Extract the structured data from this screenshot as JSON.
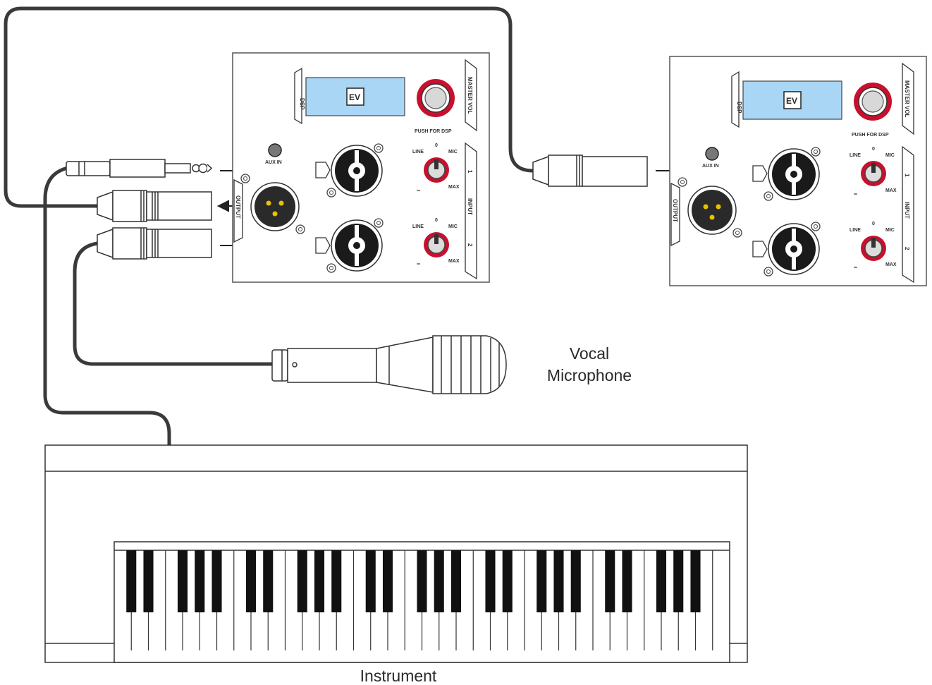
{
  "labels": {
    "vocal": "Vocal",
    "microphone": "Microphone",
    "instrument": "Instrument"
  },
  "speaker_panel": {
    "brand_logo": "EV",
    "dsp": "DSP",
    "master_vol": "MASTER VOL",
    "push_for_dsp": "PUSH FOR DSP",
    "aux_in": "AUX IN",
    "line": "LINE",
    "mic": "MIC",
    "max": "MAX",
    "zero": "0",
    "infinity": "∞",
    "input": "INPUT",
    "ch1": "1",
    "ch2": "2",
    "output": "OUTPUT"
  },
  "colors": {
    "display": "#a9d6f5",
    "knob_ring": "#c8102e",
    "xlr_pins": "#e6c200",
    "outline": "#333333",
    "cable": "#3a3a3a"
  }
}
